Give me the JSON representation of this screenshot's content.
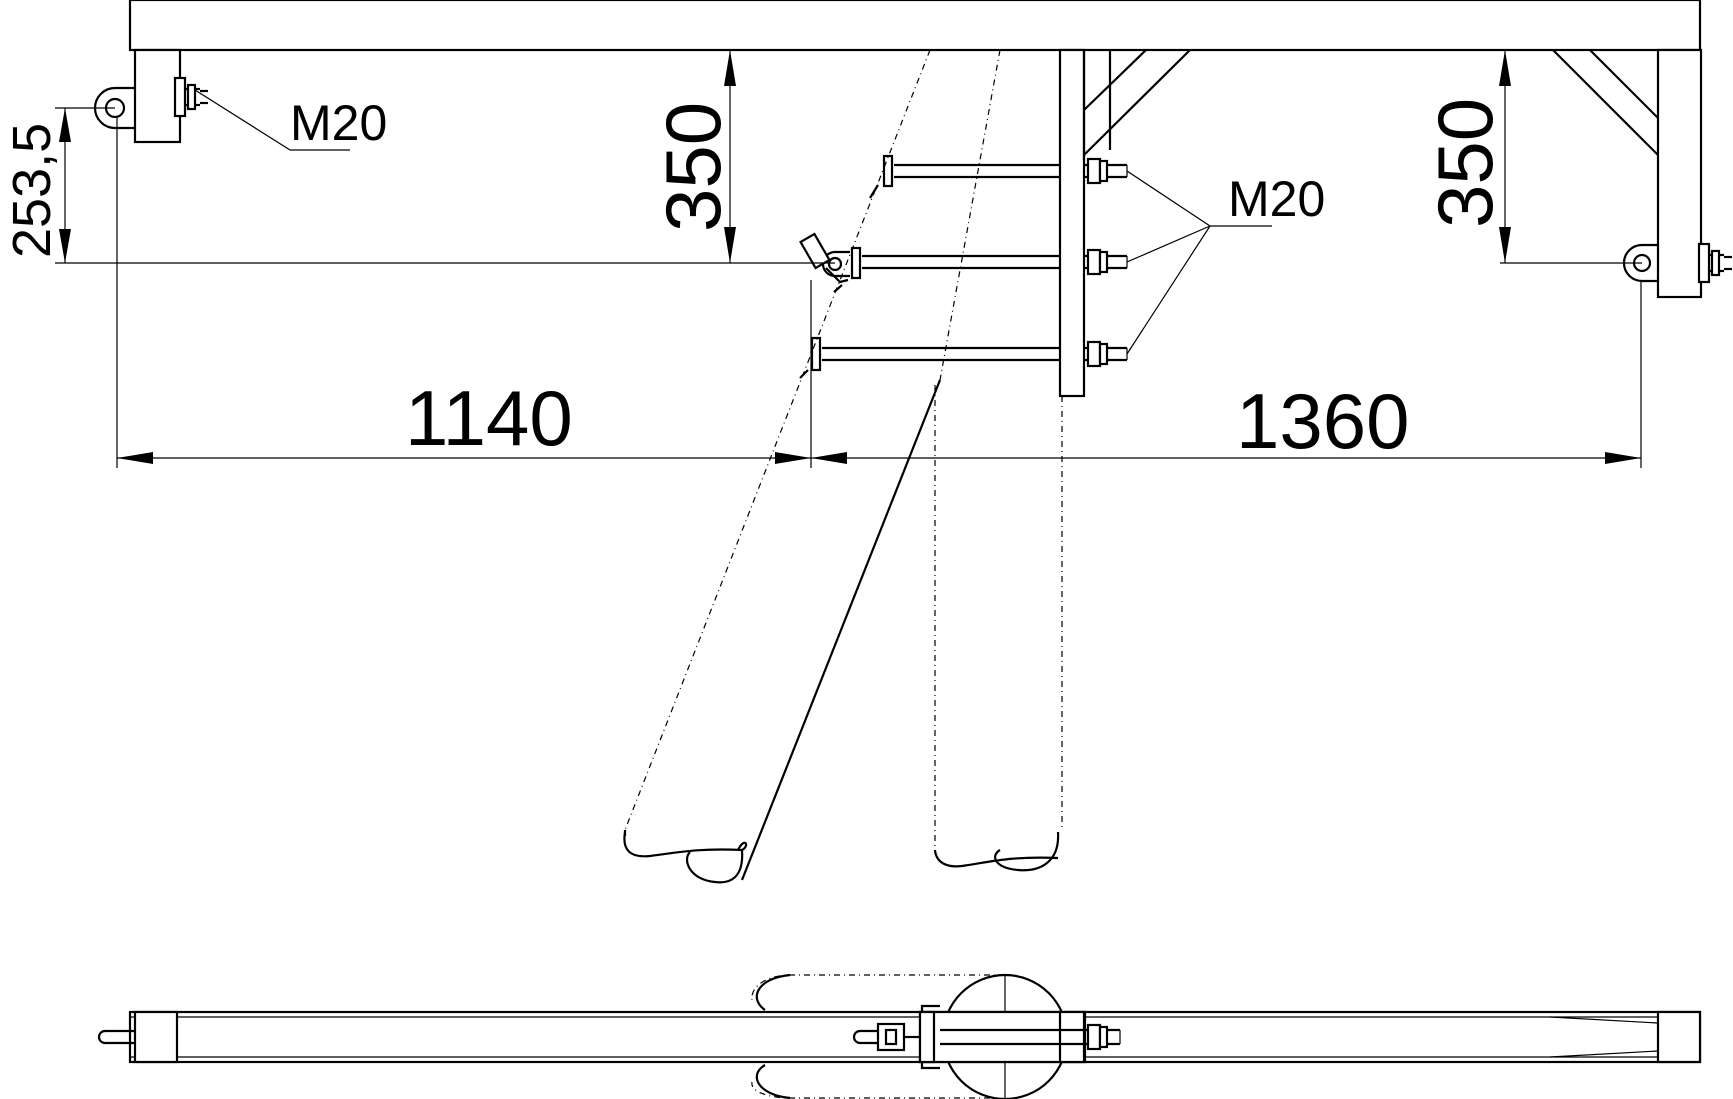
{
  "labels": {
    "bolt_left": "M20",
    "bolt_center": "M20",
    "dim_left_height": "253,5",
    "dim_center_height": "350",
    "dim_right_height": "350",
    "dim_left_span": "1140",
    "dim_right_span": "1360"
  }
}
